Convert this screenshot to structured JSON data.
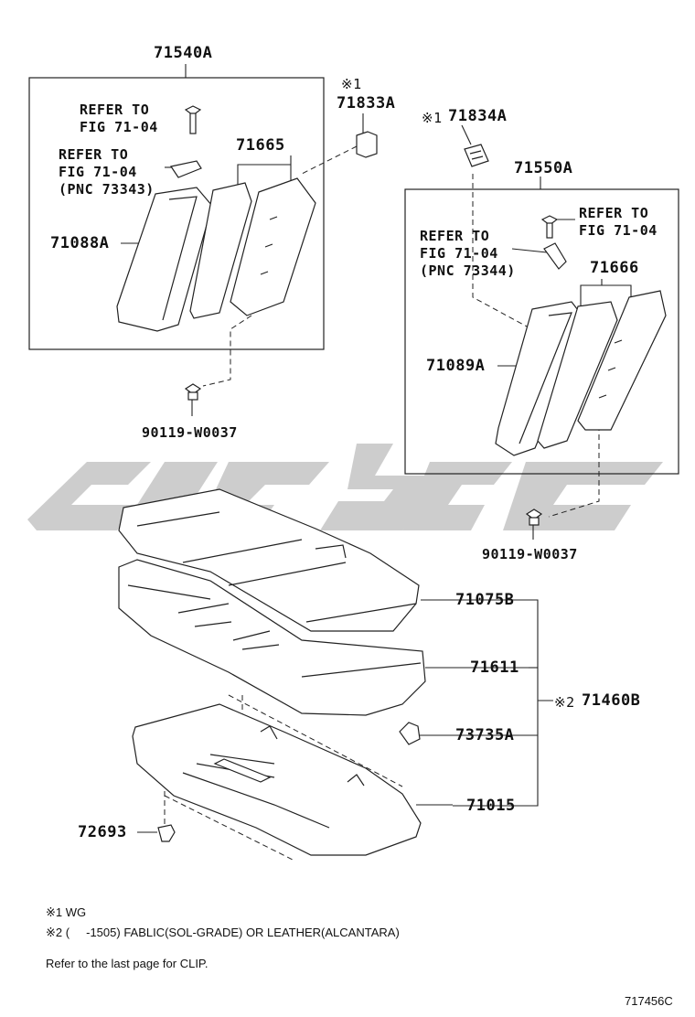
{
  "labels": {
    "p71540A": "71540A",
    "p71833A": "71833A",
    "mark1a": "※1",
    "p71834A": "71834A",
    "mark1b": "※1",
    "p71550A": "71550A",
    "p71665": "71665",
    "p71666": "71666",
    "p71088A": "71088A",
    "p71089A": "71089A",
    "p90119_left": "90119-W0037",
    "p90119_right": "90119-W0037",
    "p71075B": "71075B",
    "p71611": "71611",
    "p71460B": "71460B",
    "mark2": "※2",
    "p73735A": "73735A",
    "p71015": "71015",
    "p72693": "72693"
  },
  "refers": {
    "left_bolt": "REFER TO\nFIG 71-04",
    "left_cover": "REFER TO\nFIG 71-04\n(PNC 73343)",
    "right_bolt": "REFER TO\nFIG 71-04",
    "right_cover": "REFER TO\nFIG 71-04\n(PNC 73344)"
  },
  "notes": {
    "n1": "※1 WG",
    "n2": "※2 (     -1505) FABLIC(SOL-GRADE) OR LEATHER(ALCANTARA)",
    "n3": "Refer to the last page for CLIP.",
    "figure_id": "717456C"
  },
  "colors": {
    "line": "#222222",
    "watermark": "#c8c8c8",
    "fill": "#ffffff"
  },
  "icons": [
    "bolt-icon",
    "clip-icon",
    "seat-cover-icon",
    "watermark-logo"
  ]
}
